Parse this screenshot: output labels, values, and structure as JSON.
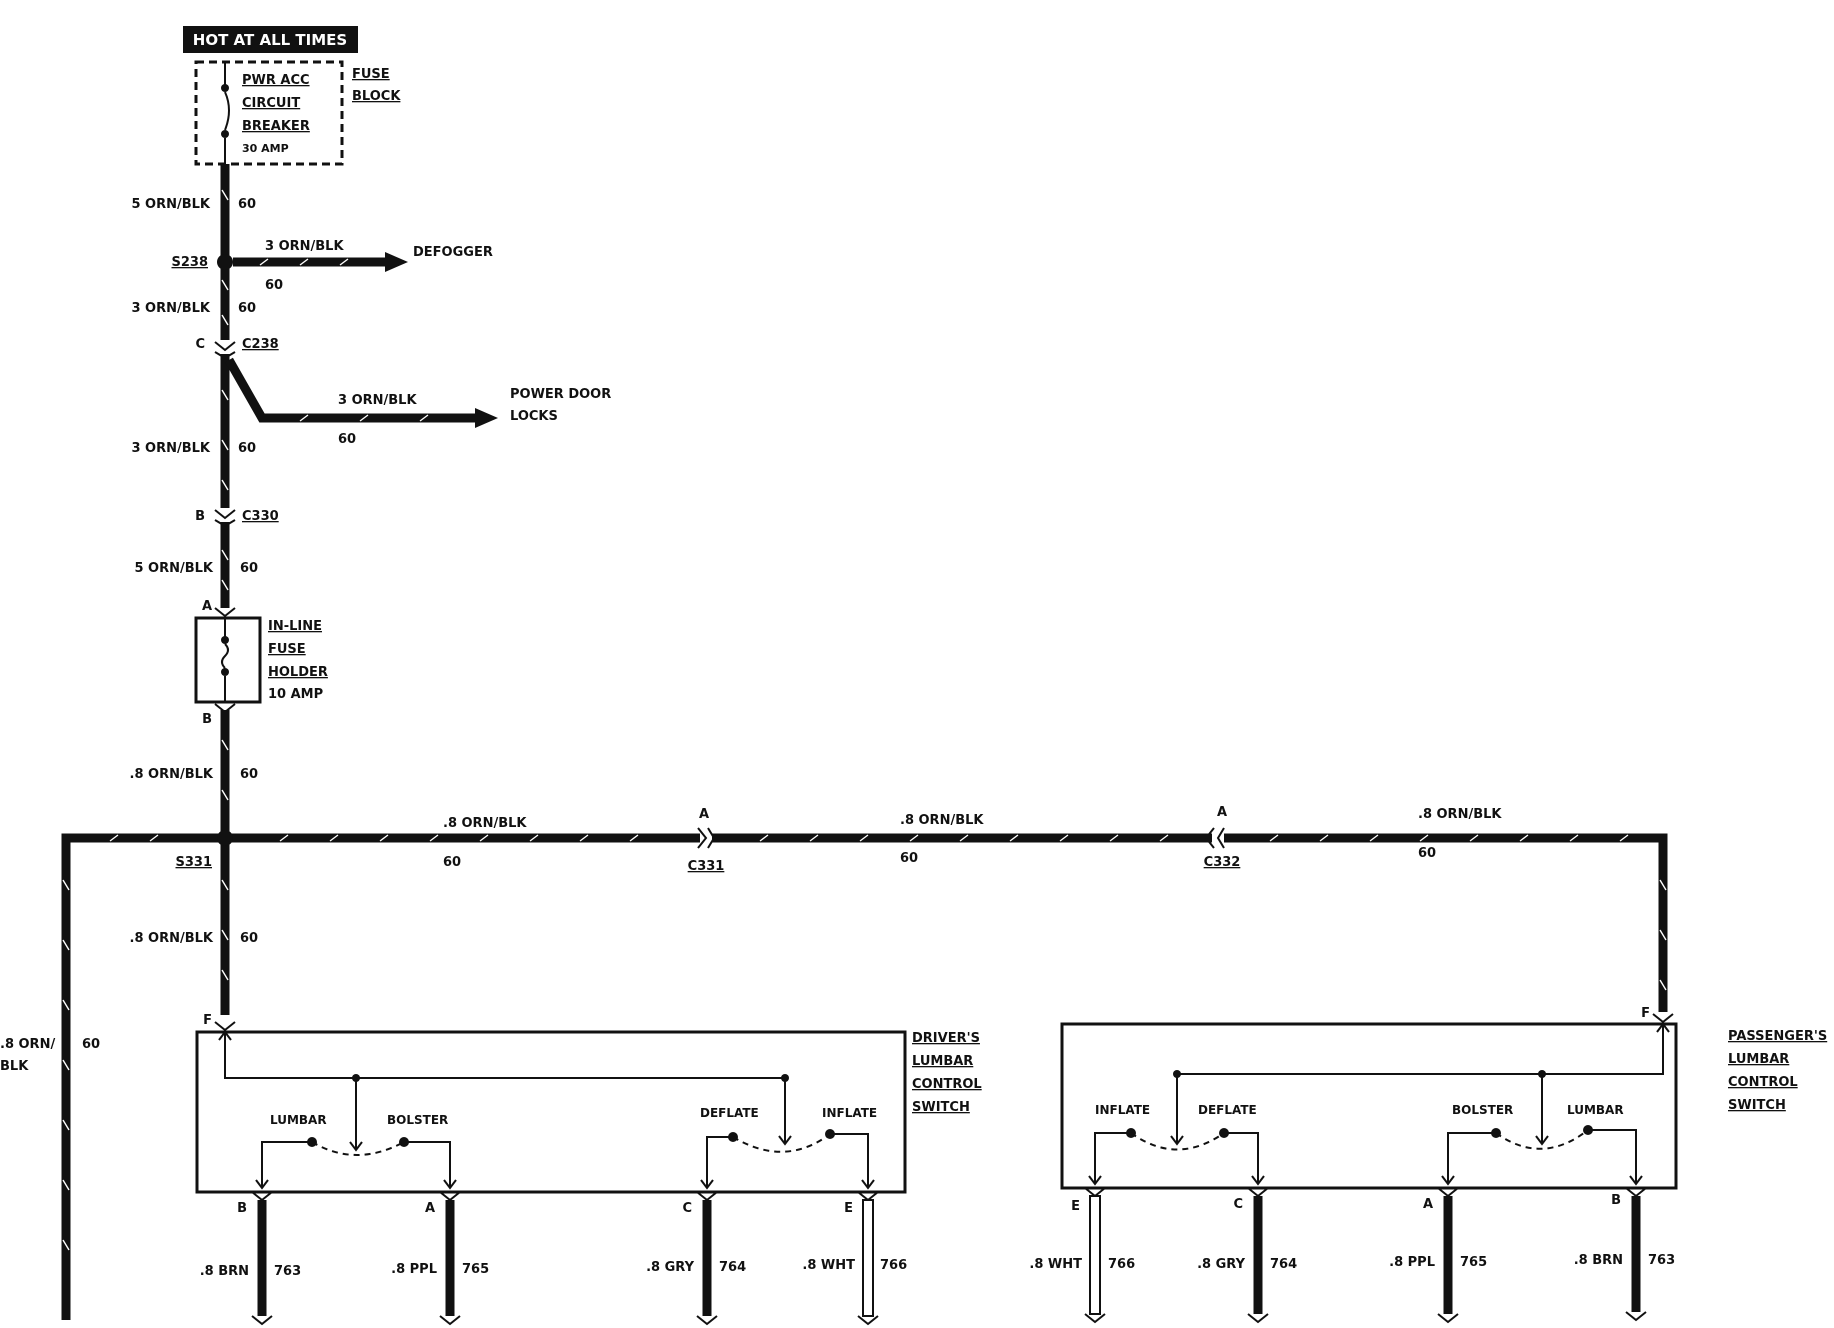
{
  "header": {
    "hot_label": "HOT AT ALL TIMES"
  },
  "fuse_block": {
    "breaker_lines": [
      "PWR ACC",
      "CIRCUIT",
      "BREAKER"
    ],
    "rating": "30 AMP",
    "block_lines": [
      "FUSE",
      "BLOCK"
    ]
  },
  "wires": {
    "w1": {
      "gauge": "5 ORN/BLK",
      "circuit": "60"
    },
    "w2": {
      "gauge": "3 ORN/BLK",
      "circuit": "60"
    },
    "w3": {
      "gauge": "3 ORN/BLK",
      "circuit": "60"
    },
    "w4": {
      "gauge": "5 ORN/BLK",
      "circuit": "60"
    },
    "w5": {
      "gauge": ".8 ORN/BLK",
      "circuit": "60"
    },
    "w6": {
      "gauge": ".8 ORN/BLK",
      "circuit": "60"
    },
    "left_drop": {
      "gauge_1": ".8 ORN/",
      "gauge_2": "BLK",
      "circuit": "60"
    },
    "bus_a": {
      "gauge": ".8 ORN/BLK",
      "circuit": "60"
    },
    "bus_b": {
      "gauge": ".8 ORN/BLK",
      "circuit": "60"
    },
    "bus_c": {
      "gauge": ".8 ORN/BLK",
      "circuit": "60"
    }
  },
  "branches": {
    "defogger": {
      "gauge": "3 ORN/BLK",
      "circuit": "60",
      "dest": "DEFOGGER"
    },
    "door_locks": {
      "gauge": "3 ORN/BLK",
      "circuit": "60",
      "dest_1": "POWER DOOR",
      "dest_2": "LOCKS"
    }
  },
  "splices": {
    "s238": "S238",
    "s331": "S331"
  },
  "connectors": {
    "c238": {
      "id": "C238",
      "pin": "C"
    },
    "c330": {
      "id": "C330",
      "pin": "B"
    },
    "c331": {
      "id": "C331",
      "pin": "A"
    },
    "c332": {
      "id": "C332",
      "pin": "A"
    }
  },
  "inline_fuse": {
    "lines": [
      "IN-LINE",
      "FUSE",
      "HOLDER"
    ],
    "rating": "10 AMP",
    "pin_in": "A",
    "pin_out": "B"
  },
  "driver_switch": {
    "title_lines": [
      "DRIVER'S",
      "LUMBAR",
      "CONTROL",
      "SWITCH"
    ],
    "pin_f": "F",
    "contacts": [
      "LUMBAR",
      "BOLSTER",
      "DEFLATE",
      "INFLATE"
    ],
    "outputs": [
      {
        "pin": "B",
        "gauge": ".8 BRN",
        "circuit": "763"
      },
      {
        "pin": "A",
        "gauge": ".8 PPL",
        "circuit": "765"
      },
      {
        "pin": "C",
        "gauge": ".8 GRY",
        "circuit": "764"
      },
      {
        "pin": "E",
        "gauge": ".8 WHT",
        "circuit": "766"
      }
    ]
  },
  "passenger_switch": {
    "title_lines": [
      "PASSENGER'S",
      "LUMBAR",
      "CONTROL",
      "SWITCH"
    ],
    "pin_f": "F",
    "contacts": [
      "INFLATE",
      "DEFLATE",
      "BOLSTER",
      "LUMBAR"
    ],
    "outputs": [
      {
        "pin": "E",
        "gauge": ".8 WHT",
        "circuit": "766"
      },
      {
        "pin": "C",
        "gauge": ".8 GRY",
        "circuit": "764"
      },
      {
        "pin": "A",
        "gauge": ".8 PPL",
        "circuit": "765"
      },
      {
        "pin": "B",
        "gauge": ".8 BRN",
        "circuit": "763"
      }
    ]
  }
}
